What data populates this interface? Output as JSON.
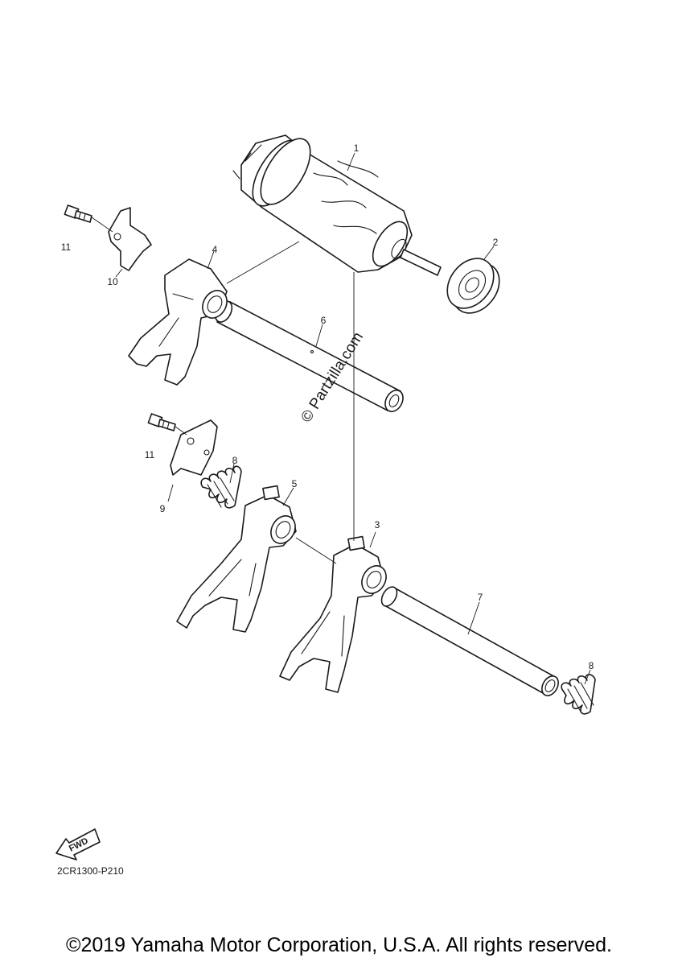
{
  "diagram": {
    "part_callouts": [
      "1",
      "2",
      "3",
      "4",
      "5",
      "6",
      "7",
      "8",
      "8",
      "9",
      "10",
      "11",
      "11"
    ],
    "watermark": "© Partzilla.com",
    "direction_badge": "FWD",
    "diagram_code": "2CR1300-P210"
  },
  "footer": {
    "copyright": "©2019 Yamaha Motor Corporation, U.S.A. All rights reserved."
  }
}
